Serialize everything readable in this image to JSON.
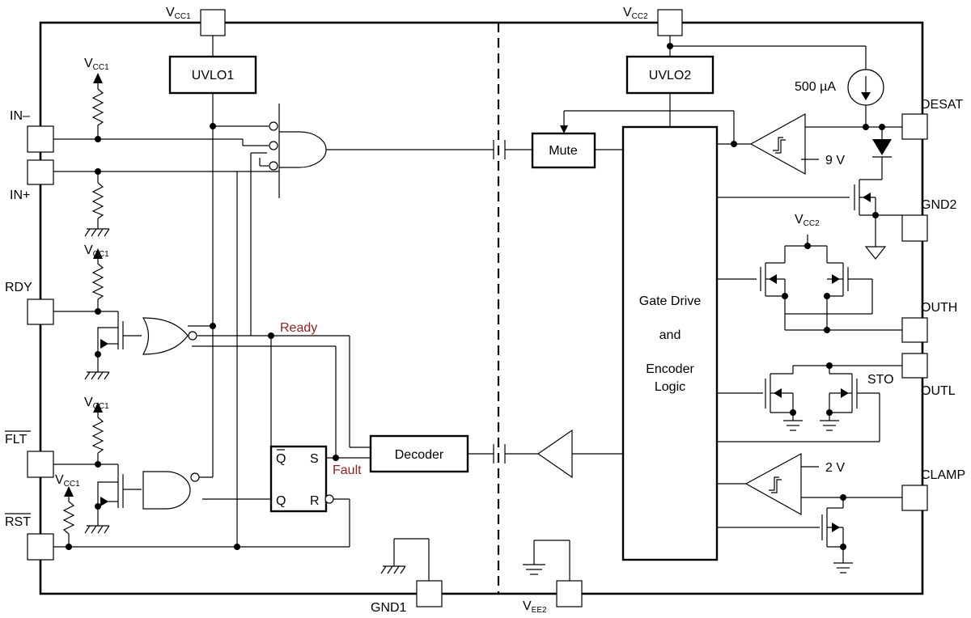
{
  "blocks": {
    "uvlo1": "UVLO1",
    "uvlo2": "UVLO2",
    "mute": "Mute",
    "decoder": "Decoder",
    "gate_drive": [
      "Gate Drive",
      "and",
      "Encoder",
      "Logic"
    ]
  },
  "pins": {
    "vcc1_main": "V",
    "vcc1_main_sub": "CC1",
    "vcc2_main": "V",
    "vcc2_main_sub": "CC2",
    "in_minus": "IN–",
    "in_plus": "IN+",
    "rdy": "RDY",
    "flt": "FLT",
    "rst": "RST",
    "gnd1": "GND1",
    "vee2": "V",
    "vee2_sub": "EE2",
    "desat": "DESAT",
    "gnd2": "GND2",
    "outh": "OUTH",
    "outl": "OUTL",
    "clamp": "CLAMP"
  },
  "labels": {
    "vcc1": "V",
    "vcc1_sub": "CC1",
    "vcc2": "V",
    "vcc2_sub": "CC2",
    "ready": "Ready",
    "fault": "Fault",
    "current": "500 µA",
    "v9": "9 V",
    "v2": "2 V",
    "sto": "STO",
    "q_bar": "Q",
    "s": "S",
    "q": "Q",
    "r": "R"
  }
}
